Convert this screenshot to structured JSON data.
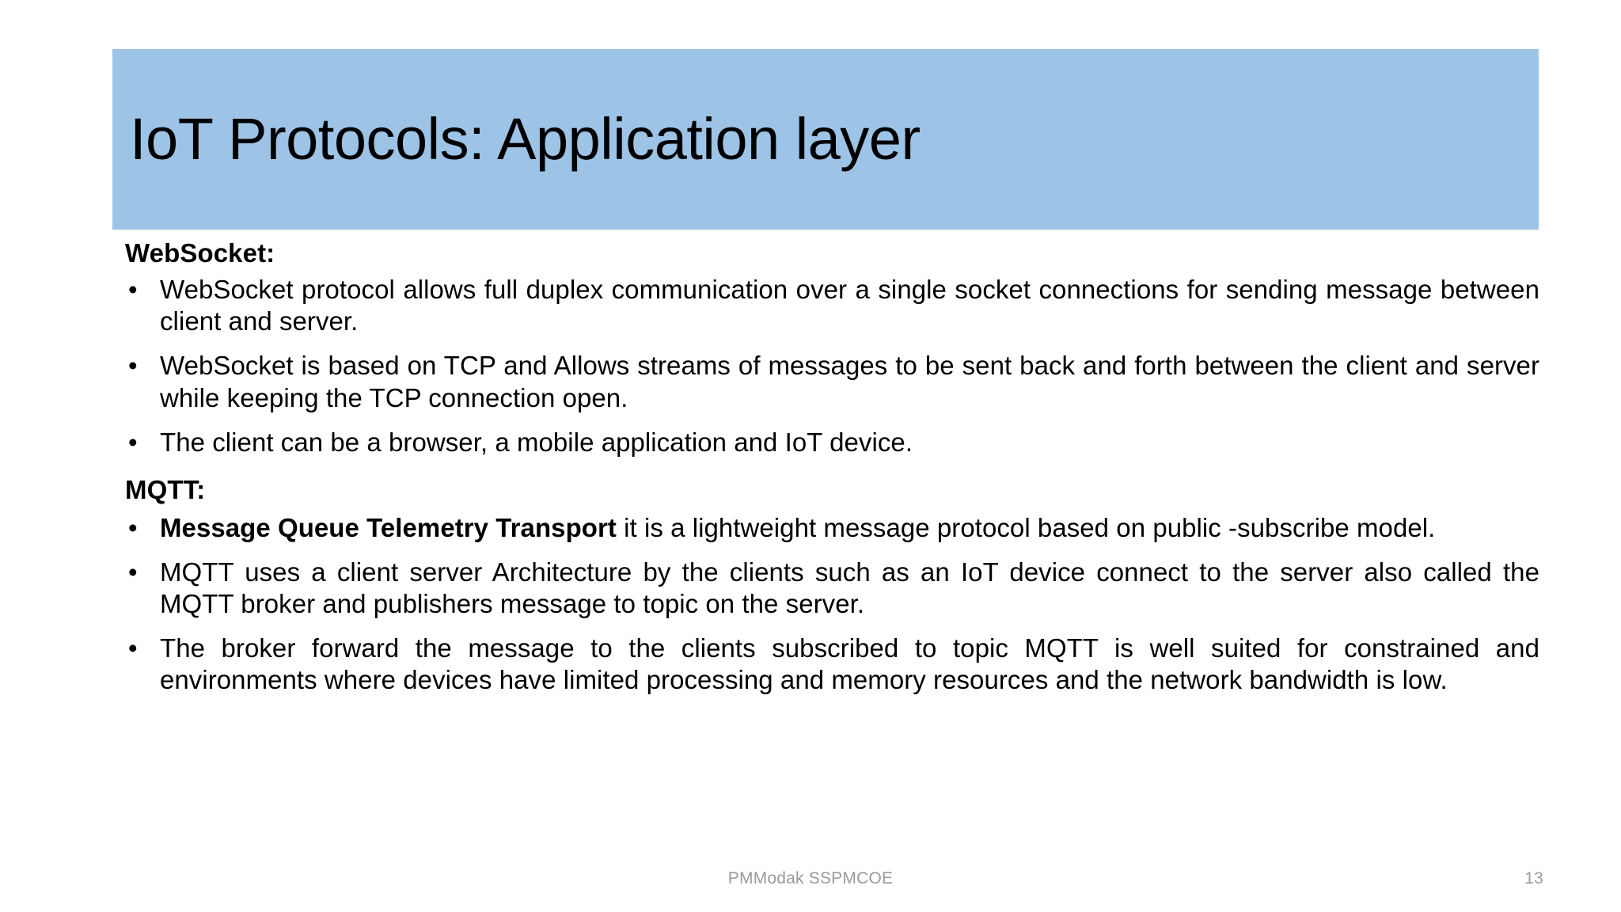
{
  "slide": {
    "title": "IoT Protocols: Application layer",
    "banner_color": "#9DC3E6",
    "background_color": "#FFFFFF",
    "text_color": "#000000",
    "bullet_glyph": "•"
  },
  "sections": [
    {
      "heading": "WebSocket:",
      "bullets": [
        "WebSocket protocol allows full duplex communication over a single socket connections for sending message between client and server.",
        "WebSocket is based on TCP and Allows streams of messages to be sent back and forth between the client and server while keeping the TCP connection open.",
        "The client can be a browser, a mobile application and IoT device."
      ]
    },
    {
      "heading": "MQTT:",
      "bullets": [
        "Message Queue Telemetry Transport it is a lightweight message protocol based on public -subscribe model.",
        "MQTT uses a client server Architecture by the clients such as an IoT device connect to the server also called the MQTT broker and publishers message to topic on the server.",
        "The broker forward the message to the clients subscribed to topic MQTT is well suited for constrained and environments where devices have limited processing and memory resources and the network bandwidth is low."
      ]
    }
  ],
  "bullets_detail": {
    "ws_1": "WebSocket protocol allows full duplex communication over a single socket connections for sending message between client and server.",
    "ws_2": "WebSocket is based on TCP and Allows streams of messages to be sent back and forth between the client and server while keeping the TCP connection open.",
    "ws_3": "The client can be a browser, a mobile application and IoT device.",
    "mqtt_1_bold": "Message Queue Telemetry Transport",
    "mqtt_1_rest": " it is a lightweight message protocol based on public -subscribe model.",
    "mqtt_2": "MQTT uses a client server Architecture by the clients such as an IoT device connect to the server also called the MQTT broker and publishers message to topic on the server.",
    "mqtt_3": "The broker forward the message to the clients subscribed to topic MQTT is well suited for constrained and environments where devices have limited processing and memory resources and the network bandwidth is low."
  },
  "footer": {
    "center_text": "PMModak SSPMCOE",
    "page_number": "13",
    "color": "#9A9A9A"
  }
}
